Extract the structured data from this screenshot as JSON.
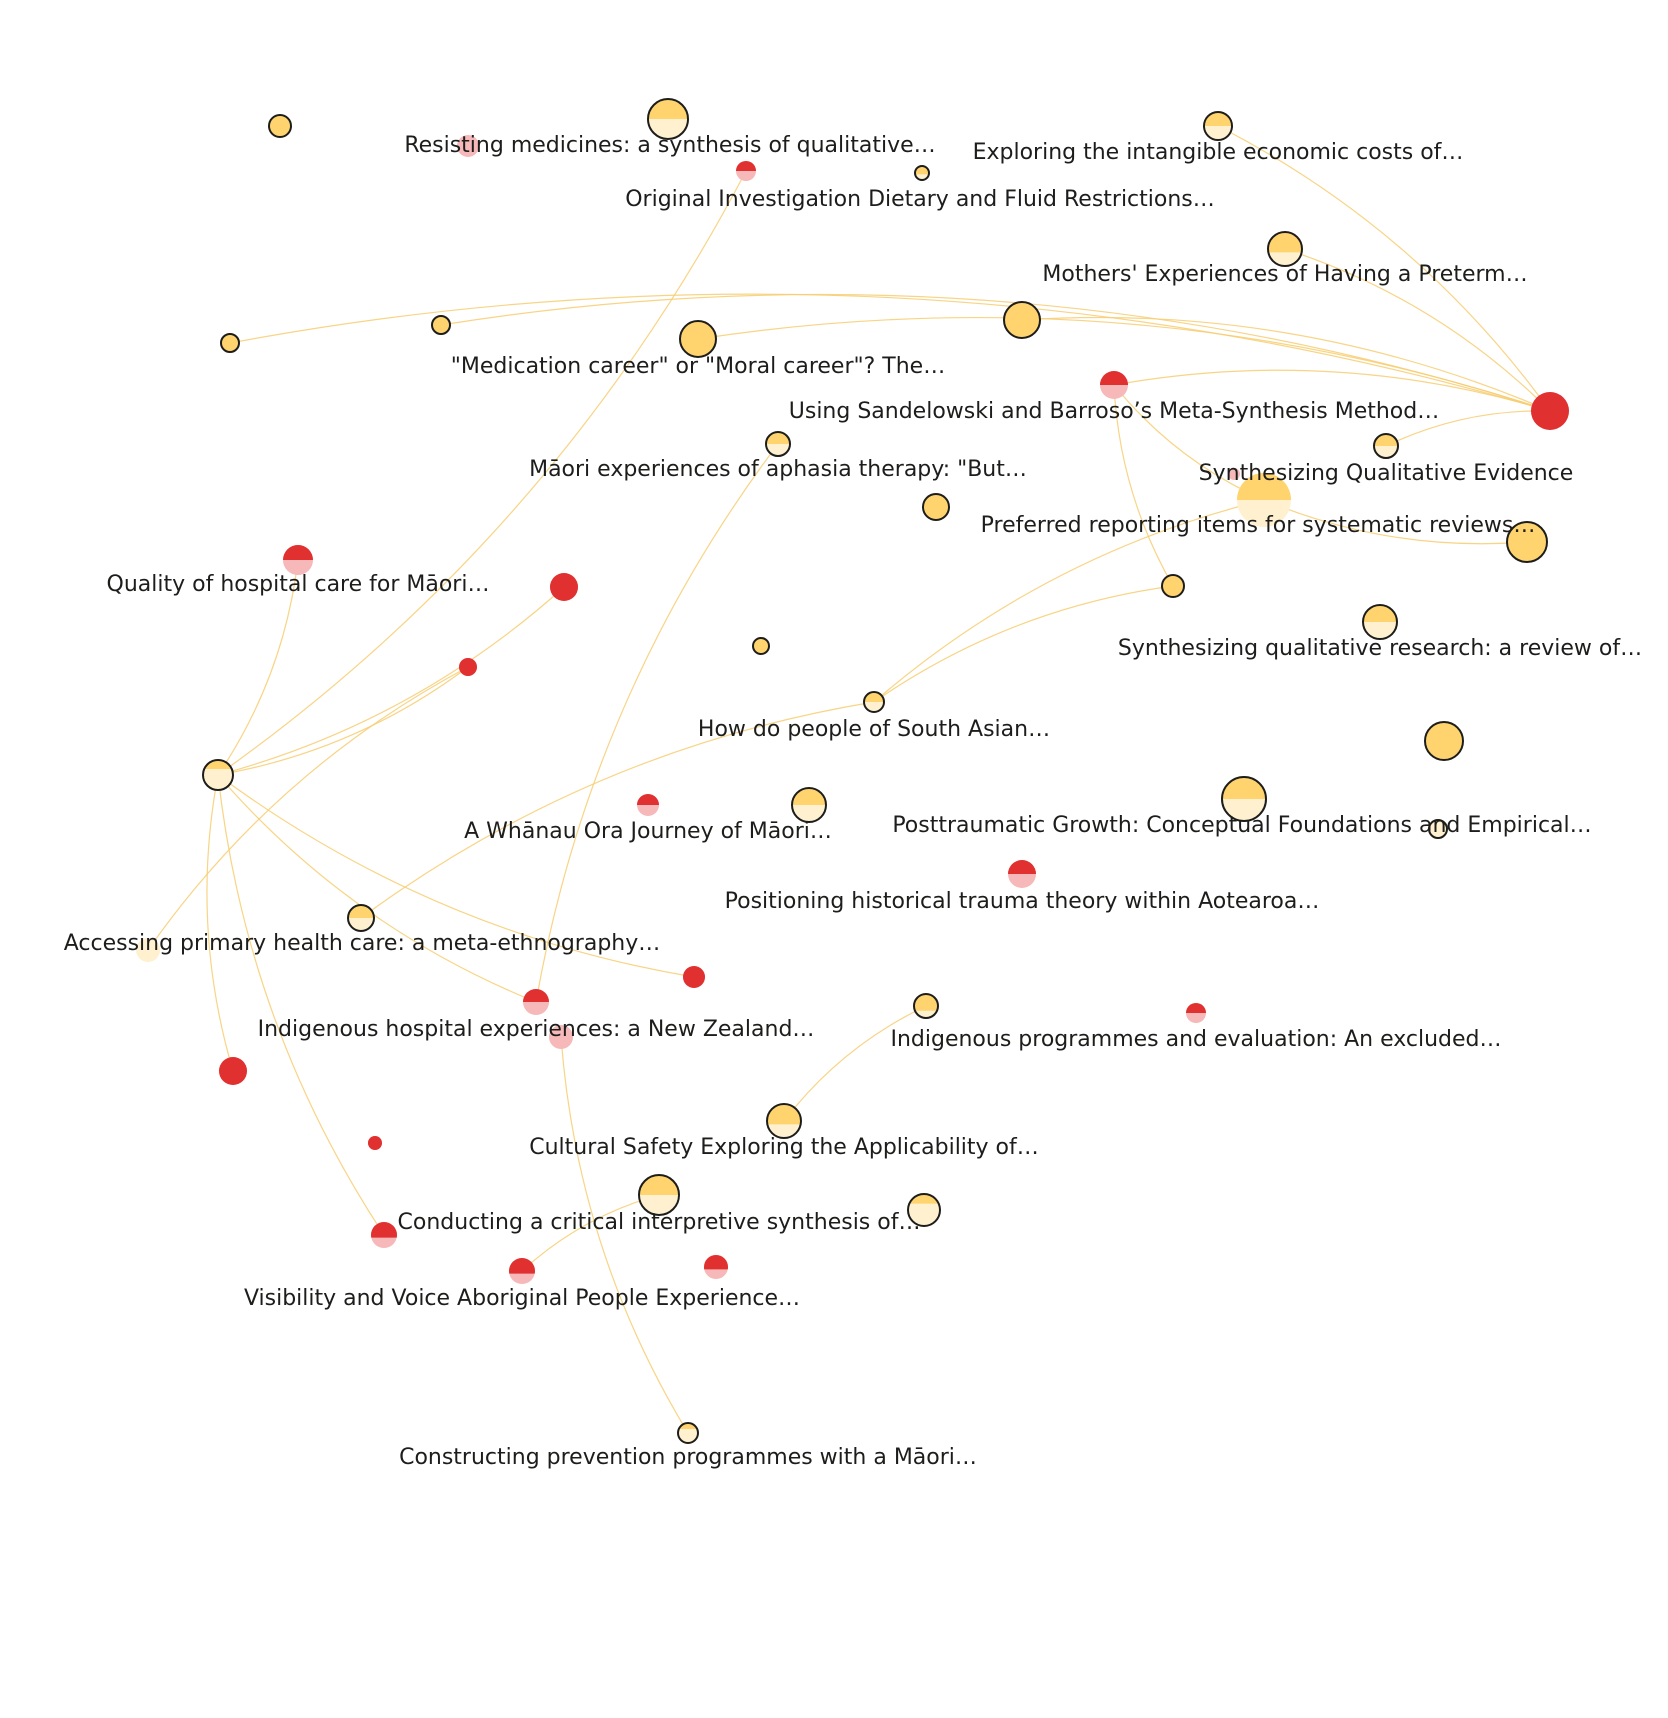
{
  "colors": {
    "background": "#ffffff",
    "edge": "#f7cd70",
    "highlight_fill": "#ffd46e",
    "highlight_light": "#fff1d0",
    "other_fill": "#e03030",
    "other_light": "#f6b8b8",
    "outline": "#1d1d1b",
    "label": "#1d1d1b"
  },
  "nodes": [
    {
      "id": "n1",
      "label": "",
      "color": "highlight",
      "fill_level": 1.0,
      "outlined": true
    },
    {
      "id": "n2",
      "label": "Resisting medicines: a synthesis of qualitative…",
      "color": "other",
      "fill_level": 0.0,
      "outlined": false
    },
    {
      "id": "n3",
      "label": "",
      "color": "highlight",
      "fill_level": 0.5,
      "outlined": true
    },
    {
      "id": "n4",
      "label": "Original Investigation Dietary and Fluid Restrictions…",
      "color": "other",
      "fill_level": 0.5,
      "outlined": false
    },
    {
      "id": "n5",
      "label": "",
      "color": "highlight",
      "fill_level": 0.6,
      "outlined": true
    },
    {
      "id": "n6",
      "label": "Exploring the intangible economic costs of…",
      "color": "highlight",
      "fill_level": 0.5,
      "outlined": true
    },
    {
      "id": "n7",
      "label": "Mothers' Experiences of Having a Preterm…",
      "color": "highlight",
      "fill_level": 0.6,
      "outlined": true
    },
    {
      "id": "n8",
      "label": "",
      "color": "highlight",
      "fill_level": 1.0,
      "outlined": true
    },
    {
      "id": "n9",
      "label": "",
      "color": "highlight",
      "fill_level": 1.0,
      "outlined": true
    },
    {
      "id": "n10",
      "label": "",
      "color": "highlight",
      "fill_level": 1.0,
      "outlined": true
    },
    {
      "id": "n11",
      "label": "\"Medication career\" or \"Moral career\"? The…",
      "color": "highlight",
      "fill_level": 1.0,
      "outlined": true
    },
    {
      "id": "n12",
      "label": "Using Sandelowski and Barroso’s Meta-Synthesis Method…",
      "color": "other",
      "fill_level": 0.5,
      "outlined": false
    },
    {
      "id": "n13",
      "label": "",
      "color": "other",
      "fill_level": 1.0,
      "outlined": false
    },
    {
      "id": "n14",
      "label": "Māori experiences of aphasia therapy: \"But…",
      "color": "highlight",
      "fill_level": 0.5,
      "outlined": true
    },
    {
      "id": "n15",
      "label": "Synthesizing Qualitative Evidence",
      "color": "highlight",
      "fill_level": 0.5,
      "outlined": true
    },
    {
      "id": "n16",
      "label": "",
      "color": "other",
      "fill_level": 0.0,
      "outlined": false
    },
    {
      "id": "n17",
      "label": "Preferred reporting items for systematic reviews…",
      "color": "highlight",
      "fill_level": 0.5,
      "outlined": false
    },
    {
      "id": "n18",
      "label": "",
      "color": "highlight",
      "fill_level": 1.0,
      "outlined": true
    },
    {
      "id": "n19",
      "label": "",
      "color": "highlight",
      "fill_level": 0.3,
      "outlined": true
    },
    {
      "id": "n20",
      "label": "Quality of hospital care for Māori…",
      "color": "other",
      "fill_level": 0.5,
      "outlined": false
    },
    {
      "id": "n21",
      "label": "",
      "color": "other",
      "fill_level": 1.0,
      "outlined": false
    },
    {
      "id": "n22",
      "label": "",
      "color": "highlight",
      "fill_level": 1.0,
      "outlined": true
    },
    {
      "id": "n23",
      "label": "Synthesizing qualitative research: a review of…",
      "color": "highlight",
      "fill_level": 0.5,
      "outlined": true
    },
    {
      "id": "n24",
      "label": "",
      "color": "other",
      "fill_level": 1.0,
      "outlined": false
    },
    {
      "id": "n25",
      "label": "",
      "color": "highlight",
      "fill_level": 1.0,
      "outlined": true
    },
    {
      "id": "n26",
      "label": "How do people of South Asian…",
      "color": "highlight",
      "fill_level": 0.5,
      "outlined": true
    },
    {
      "id": "n27",
      "label": "",
      "color": "highlight",
      "fill_level": 1.0,
      "outlined": true
    },
    {
      "id": "n28",
      "label": "",
      "color": "highlight",
      "fill_level": 1.0,
      "outlined": true
    },
    {
      "id": "n29",
      "label": "A Whānau Ora Journey of Māori…",
      "color": "other",
      "fill_level": 0.5,
      "outlined": false
    },
    {
      "id": "n30",
      "label": "",
      "color": "highlight",
      "fill_level": 0.5,
      "outlined": true
    },
    {
      "id": "n31",
      "label": "Posttraumatic Growth: Conceptual Foundations and Empirical…",
      "color": "highlight",
      "fill_level": 0.5,
      "outlined": true
    },
    {
      "id": "n32",
      "label": "",
      "color": "highlight",
      "fill_level": 0.0,
      "outlined": true
    },
    {
      "id": "n33",
      "label": "Positioning historical trauma theory within Aotearoa…",
      "color": "other",
      "fill_level": 0.5,
      "outlined": false
    },
    {
      "id": "n34",
      "label": "",
      "color": "highlight",
      "fill_level": 0.5,
      "outlined": true
    },
    {
      "id": "n35",
      "label": "Accessing primary health care: a meta-ethnography…",
      "color": "highlight",
      "fill_level": 0.0,
      "outlined": false
    },
    {
      "id": "n36",
      "label": "",
      "color": "other",
      "fill_level": 1.0,
      "outlined": false
    },
    {
      "id": "n37",
      "label": "Indigenous hospital experiences: a New Zealand…",
      "color": "other",
      "fill_level": 0.5,
      "outlined": false
    },
    {
      "id": "n38",
      "label": "",
      "color": "other",
      "fill_level": 0.0,
      "outlined": false
    },
    {
      "id": "n39",
      "label": "",
      "color": "highlight",
      "fill_level": 0.7,
      "outlined": true
    },
    {
      "id": "n40",
      "label": "Indigenous programmes and evaluation: An excluded…",
      "color": "other",
      "fill_level": 0.5,
      "outlined": false
    },
    {
      "id": "n41",
      "label": "",
      "color": "other",
      "fill_level": 1.0,
      "outlined": false
    },
    {
      "id": "n42",
      "label": "Cultural Safety Exploring the Applicability of…",
      "color": "highlight",
      "fill_level": 0.6,
      "outlined": true
    },
    {
      "id": "n43",
      "label": "",
      "color": "other",
      "fill_level": 1.0,
      "outlined": false
    },
    {
      "id": "n44",
      "label": "Conducting a critical interpretive synthesis of…",
      "color": "highlight",
      "fill_level": 0.5,
      "outlined": true
    },
    {
      "id": "n45",
      "label": "",
      "color": "highlight",
      "fill_level": 0.3,
      "outlined": true
    },
    {
      "id": "n46",
      "label": "",
      "color": "other",
      "fill_level": 0.6,
      "outlined": false
    },
    {
      "id": "n47",
      "label": "Visibility and Voice Aboriginal People Experience…",
      "color": "other",
      "fill_level": 0.6,
      "outlined": false
    },
    {
      "id": "n48",
      "label": "",
      "color": "other",
      "fill_level": 0.6,
      "outlined": false
    },
    {
      "id": "n49",
      "label": "Constructing prevention programmes with a Māori…",
      "color": "highlight",
      "fill_level": 0.3,
      "outlined": true
    }
  ],
  "edges": [
    [
      "n13",
      "n6"
    ],
    [
      "n13",
      "n7"
    ],
    [
      "n13",
      "n8"
    ],
    [
      "n13",
      "n9"
    ],
    [
      "n13",
      "n10"
    ],
    [
      "n13",
      "n11"
    ],
    [
      "n13",
      "n12"
    ],
    [
      "n13",
      "n15"
    ],
    [
      "n12",
      "n22"
    ],
    [
      "n12",
      "n17"
    ],
    [
      "n17",
      "n25"
    ],
    [
      "n17",
      "n26"
    ],
    [
      "n22",
      "n26"
    ],
    [
      "n26",
      "n34"
    ],
    [
      "n19",
      "n4"
    ],
    [
      "n19",
      "n21"
    ],
    [
      "n19",
      "n24"
    ],
    [
      "n19",
      "n36"
    ],
    [
      "n19",
      "n37"
    ],
    [
      "n19",
      "n41"
    ],
    [
      "n19",
      "n46"
    ],
    [
      "n19",
      "n20"
    ],
    [
      "n24",
      "n35"
    ],
    [
      "n14",
      "n37"
    ],
    [
      "n39",
      "n42"
    ],
    [
      "n38",
      "n49"
    ],
    [
      "n44",
      "n47"
    ]
  ]
}
